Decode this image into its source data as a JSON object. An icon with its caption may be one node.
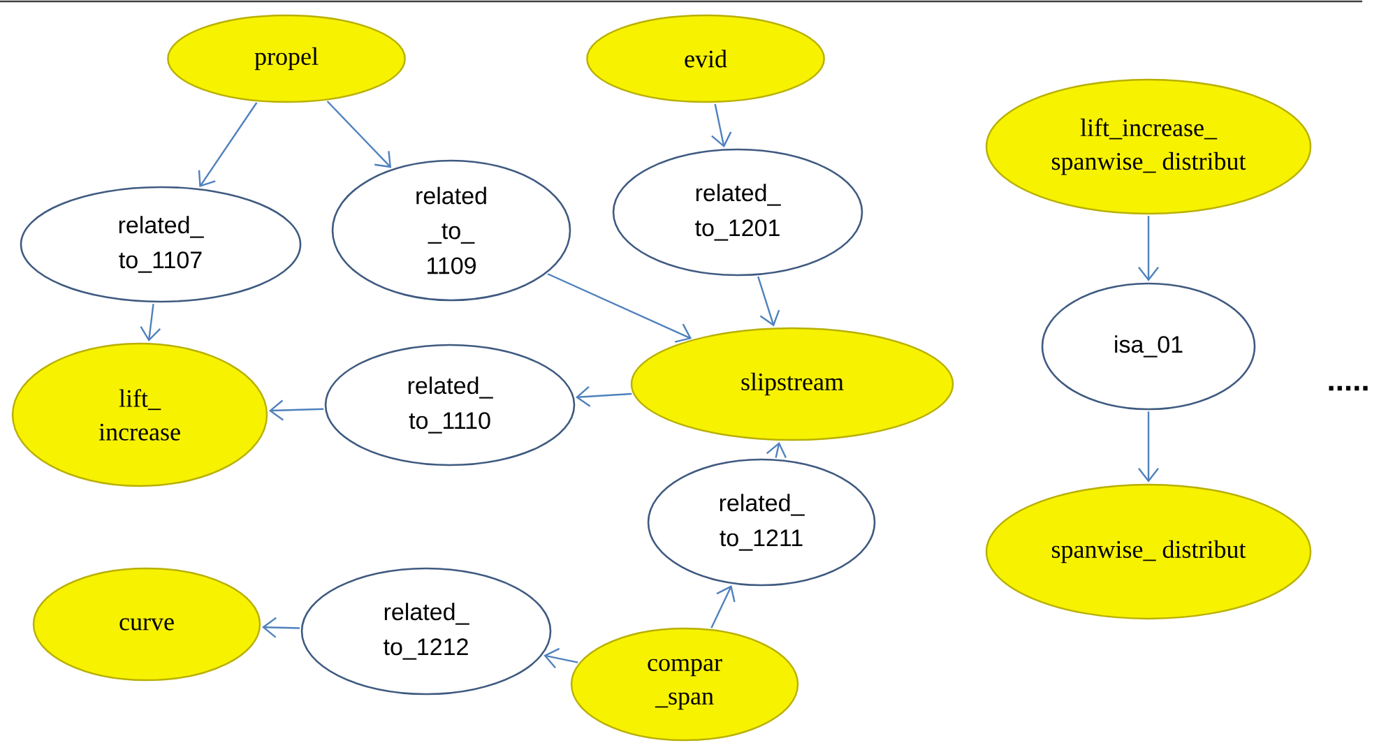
{
  "diagram": {
    "nodes": [
      {
        "text": [
          "propel"
        ]
      },
      {
        "text": [
          "evid"
        ]
      },
      {
        "text": [
          "related_ to_1107"
        ]
      },
      {
        "text": [
          "related _to_ 1109"
        ]
      },
      {
        "text": [
          "related_ to_1201"
        ]
      },
      {
        "text": [
          "lift_increase_ spanwise_ distribut"
        ]
      },
      {
        "text": [
          "lift_ increase"
        ]
      },
      {
        "text": [
          "related_ to_1110"
        ]
      },
      {
        "text": [
          "slipstream"
        ]
      },
      {
        "text": [
          "isa_01"
        ]
      },
      {
        "text": [
          "related_ to_1211"
        ]
      },
      {
        "text": [
          "spanwise_ distribut"
        ]
      },
      {
        "text": [
          "curve"
        ]
      },
      {
        "text": [
          "related_ to_1212"
        ]
      },
      {
        "text": [
          "compar _span"
        ]
      }
    ],
    "edges": [
      {
        "from": 0,
        "to": 2,
        "arrow": "to"
      },
      {
        "from": 0,
        "to": 3,
        "arrow": "to"
      },
      {
        "from": 1,
        "to": 4,
        "arrow": "to"
      },
      {
        "from": 2,
        "to": 6,
        "arrow": "to"
      },
      {
        "from": 3,
        "to": 8,
        "arrow": "to"
      },
      {
        "from": 4,
        "to": 8,
        "arrow": "to"
      },
      {
        "from": 8,
        "to": 7,
        "arrow": "to"
      },
      {
        "from": 7,
        "to": 6,
        "arrow": "to"
      },
      {
        "from": 14,
        "to": 10,
        "arrow": "to"
      },
      {
        "from": 10,
        "to": 8,
        "arrow": "to"
      },
      {
        "from": 14,
        "to": 13,
        "arrow": "to"
      },
      {
        "from": 13,
        "to": 12,
        "arrow": "to"
      },
      {
        "from": 5,
        "to": 9,
        "arrow": "to"
      },
      {
        "from": 9,
        "to": 11,
        "arrow": "to"
      }
    ],
    "labels": [
      "....."
    ]
  }
}
